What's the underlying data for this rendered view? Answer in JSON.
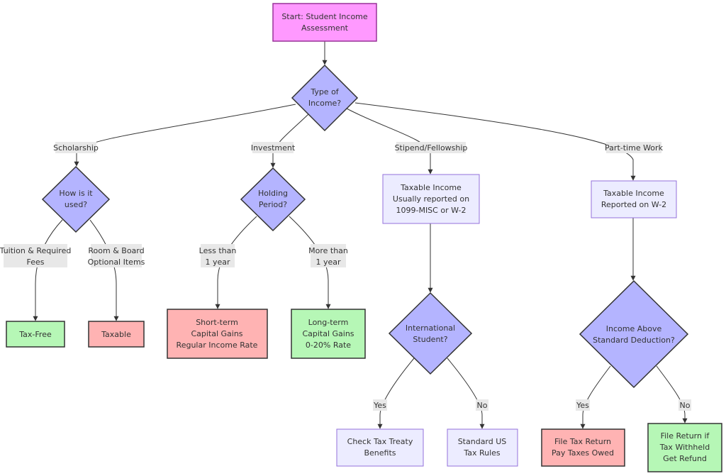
{
  "colors": {
    "start": "#ff99ff",
    "start_stroke": "#993399",
    "decision": "#b4b4ff",
    "decision_stroke": "#333333",
    "info": "#ececff",
    "info_stroke": "#9370db",
    "green": "#b6f7b6",
    "red": "#ffb3b3",
    "dark_stroke": "#333333"
  },
  "nodes": {
    "start": {
      "lines": [
        "Start: Student Income",
        "Assessment"
      ]
    },
    "type": {
      "lines": [
        "Type of",
        "Income?"
      ]
    },
    "used": {
      "lines": [
        "How is it",
        "used?"
      ]
    },
    "holding": {
      "lines": [
        "Holding",
        "Period?"
      ]
    },
    "stipend_tax": {
      "lines": [
        "Taxable Income",
        "Usually reported on",
        "1099-MISC or W-2"
      ]
    },
    "parttime_tax": {
      "lines": [
        "Taxable Income",
        "Reported on W-2"
      ]
    },
    "taxfree": {
      "lines": [
        "Tax-Free"
      ]
    },
    "taxable": {
      "lines": [
        "Taxable"
      ]
    },
    "shortterm": {
      "lines": [
        "Short-term",
        "Capital Gains",
        "Regular Income Rate"
      ]
    },
    "longterm": {
      "lines": [
        "Long-term",
        "Capital Gains",
        "0-20% Rate"
      ]
    },
    "intl": {
      "lines": [
        "International",
        "Student?"
      ]
    },
    "above": {
      "lines": [
        "Income Above",
        "Standard Deduction?"
      ]
    },
    "treaty": {
      "lines": [
        "Check Tax Treaty",
        "Benefits"
      ]
    },
    "standard": {
      "lines": [
        "Standard US",
        "Tax Rules"
      ]
    },
    "file_pay": {
      "lines": [
        "File Tax Return",
        "Pay Taxes Owed"
      ]
    },
    "file_refund": {
      "lines": [
        "File Return if",
        "Tax Withheld",
        "Get Refund"
      ]
    }
  },
  "edge_labels": {
    "scholarship": {
      "lines": [
        "Scholarship"
      ]
    },
    "investment": {
      "lines": [
        "Investment"
      ]
    },
    "stipend": {
      "lines": [
        "Stipend/Fellowship"
      ]
    },
    "parttime": {
      "lines": [
        "Part-time Work"
      ]
    },
    "tuition": {
      "lines": [
        "Tuition & Required",
        "Fees"
      ]
    },
    "room": {
      "lines": [
        "Room & Board",
        "Optional Items"
      ]
    },
    "less": {
      "lines": [
        "Less than",
        "1 year"
      ]
    },
    "more": {
      "lines": [
        "More than",
        "1 year"
      ]
    },
    "yes1": {
      "lines": [
        "Yes"
      ]
    },
    "no1": {
      "lines": [
        "No"
      ]
    },
    "yes2": {
      "lines": [
        "Yes"
      ]
    },
    "no2": {
      "lines": [
        "No"
      ]
    }
  }
}
